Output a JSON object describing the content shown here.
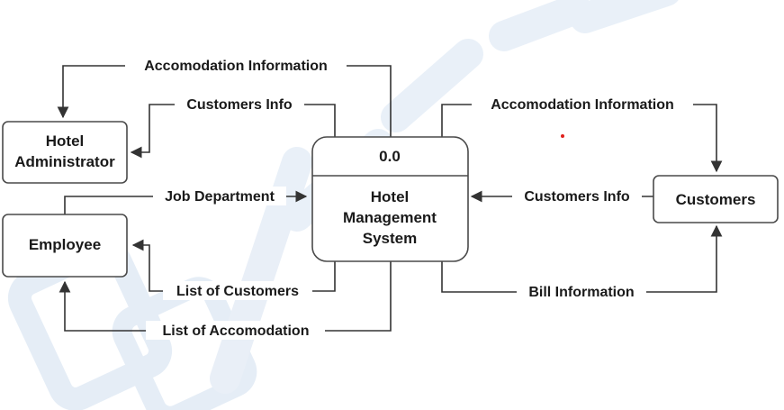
{
  "nodes": {
    "admin": {
      "lines": [
        "Hotel",
        "Administrator"
      ]
    },
    "employee": {
      "lines": [
        "Employee"
      ]
    },
    "process": {
      "id": "0.0",
      "lines": [
        "Hotel",
        "Management",
        "System"
      ]
    },
    "customers": {
      "lines": [
        "Customers"
      ]
    }
  },
  "flows": {
    "accom_info_admin": "Accomodation Information",
    "customers_info_admin": "Customers Info",
    "job_department": "Job Department",
    "list_of_customers": "List of Customers",
    "list_of_accomodation": "List of Accomodation",
    "accom_info_customers": "Accomodation Information",
    "customers_info_process": "Customers Info",
    "bill_information": "Bill Information"
  },
  "colors": {
    "box_stroke": "#4a4a4a",
    "line": "#333333",
    "text": "#1a1a1a",
    "watermark": "#dfe9f5",
    "red_dot": "#e0201b"
  }
}
